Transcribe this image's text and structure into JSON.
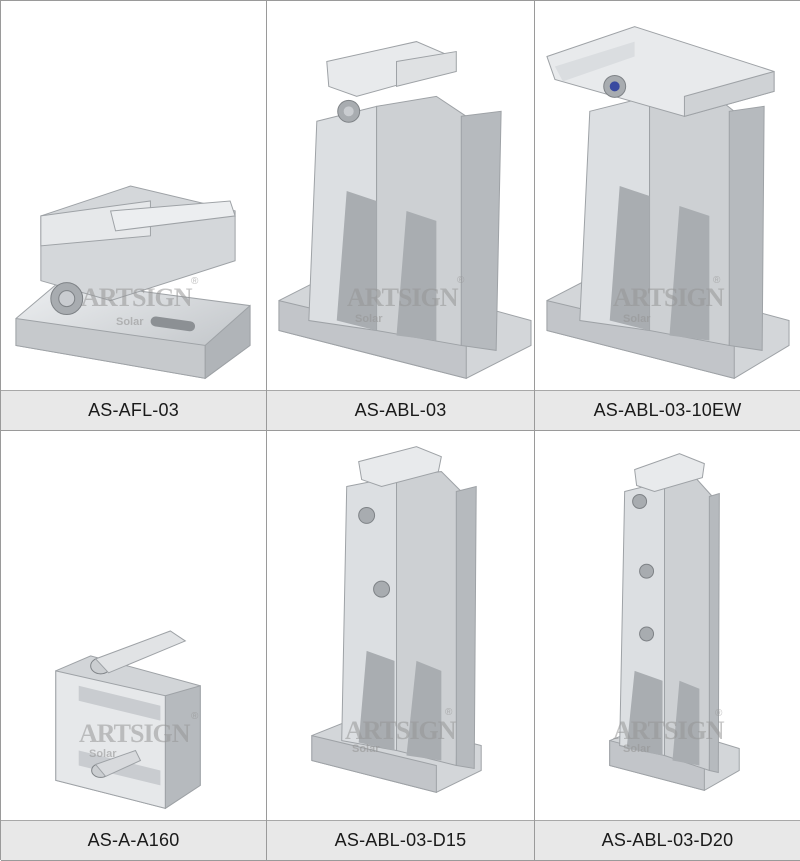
{
  "products": [
    {
      "model": "AS-AFL-03"
    },
    {
      "model": "AS-ABL-03"
    },
    {
      "model": "AS-ABL-03-10EW"
    },
    {
      "model": "AS-A-A160"
    },
    {
      "model": "AS-ABL-03-D15"
    },
    {
      "model": "AS-ABL-03-D20"
    }
  ],
  "watermark": {
    "brand": "ARTSIGN",
    "sub": "Solar",
    "reg": "®"
  },
  "colors": {
    "metal_light": "#e4e6e8",
    "metal_mid": "#c6c9cc",
    "metal_dark": "#9ea2a6",
    "caption_bg": "#e8e8e8",
    "border": "#9a9a9a"
  }
}
